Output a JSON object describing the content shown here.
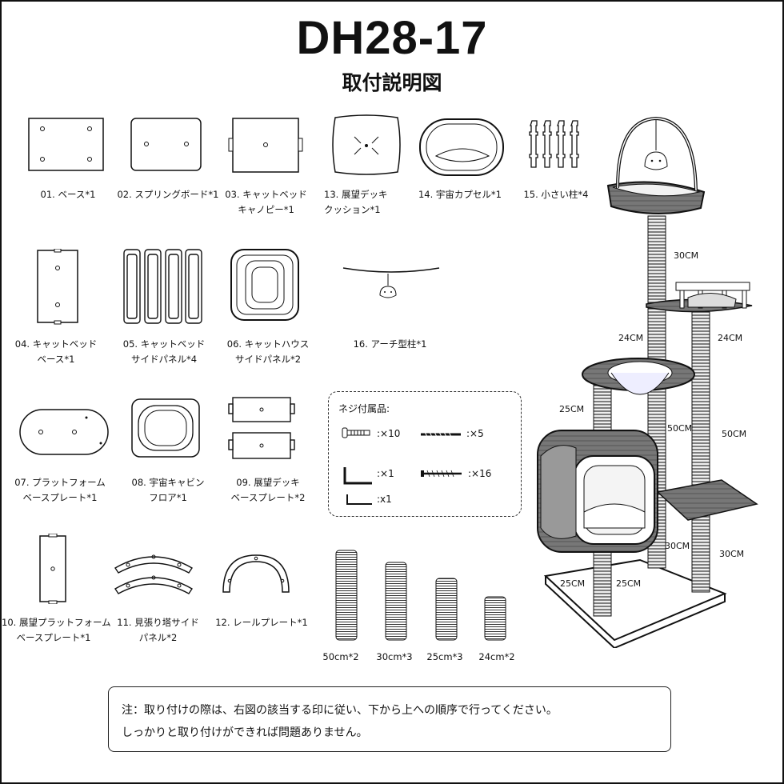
{
  "header": {
    "model": "DH28-17",
    "subtitle": "取付説明図"
  },
  "parts": [
    {
      "key": "p01",
      "lines": [
        "01. ベース*1"
      ]
    },
    {
      "key": "p02",
      "lines": [
        "02. スプリングボード*1"
      ]
    },
    {
      "key": "p03",
      "lines": [
        "03. キャットベッド",
        "キャノピー*1"
      ]
    },
    {
      "key": "p13",
      "lines": [
        "13. 展望デッキ",
        "クッション*1"
      ]
    },
    {
      "key": "p14",
      "lines": [
        "14. 宇宙カプセル*1"
      ]
    },
    {
      "key": "p15",
      "lines": [
        "15. 小さい柱*4"
      ]
    },
    {
      "key": "p04",
      "lines": [
        "04. キャットベッド",
        "ベース*1"
      ]
    },
    {
      "key": "p05",
      "lines": [
        "05. キャットベッド",
        "サイドパネル*4"
      ]
    },
    {
      "key": "p06",
      "lines": [
        "06. キャットハウス",
        "サイドパネル*2"
      ]
    },
    {
      "key": "p16",
      "lines": [
        "16. アーチ型柱*1"
      ]
    },
    {
      "key": "p07",
      "lines": [
        "07. プラットフォーム",
        "ベースプレート*1"
      ]
    },
    {
      "key": "p08",
      "lines": [
        "08. 宇宙キャビン",
        "フロア*1"
      ]
    },
    {
      "key": "p09",
      "lines": [
        "09. 展望デッキ",
        "ベースプレート*2"
      ]
    },
    {
      "key": "p10",
      "lines": [
        "10. 展望プラットフォーム",
        "ベースプレート*1"
      ]
    },
    {
      "key": "p11",
      "lines": [
        "11. 見張り塔サイド",
        "パネル*2"
      ]
    },
    {
      "key": "p12",
      "lines": [
        "12. レールプレート*1"
      ]
    }
  ],
  "posts": [
    {
      "key": "post50",
      "label": "50cm*2"
    },
    {
      "key": "post30",
      "label": "30cm*3"
    },
    {
      "key": "post25",
      "label": "25cm*3"
    },
    {
      "key": "post24",
      "label": "24cm*2"
    }
  ],
  "accessories": {
    "title": "ネジ付属品:",
    "items": [
      {
        "key": "bolt",
        "qty": ":×10"
      },
      {
        "key": "long_screw",
        "qty": ":×5"
      },
      {
        "key": "hex_key_large",
        "qty": ":×1"
      },
      {
        "key": "wood_screw",
        "qty": ":×16"
      },
      {
        "key": "hex_key_small",
        "qty": ":x1"
      }
    ]
  },
  "assembly_dimensions": {
    "top_post": "30CM",
    "left_mid": "24CM",
    "right_mid": "24CM",
    "left_lower": "25CM",
    "center_long": "50CM",
    "right_long": "50CM",
    "center_bottom": "30CM",
    "right_bottom": "30CM",
    "base_left": "25CM",
    "base_right": "25CM"
  },
  "note": {
    "line1": "注：取り付けの際は、右図の該当する印に従い、下から上への順序で行ってください。",
    "line2": "しっかりと取り付けができれば問題ありません。"
  }
}
